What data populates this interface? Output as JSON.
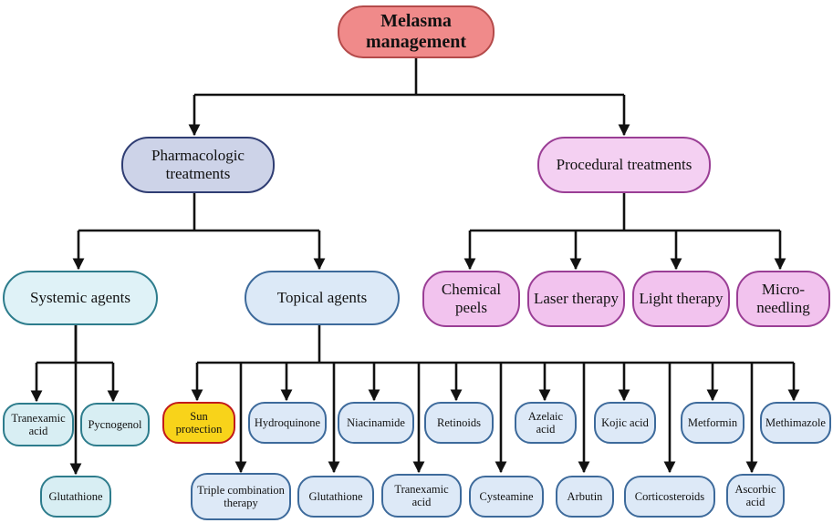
{
  "root": "Melasma management",
  "branches": {
    "pharmacologic": "Pharmacologic treatments",
    "procedural": "Procedural treatments"
  },
  "pharmacologic": {
    "systemic": "Systemic agents",
    "topical": "Topical agents"
  },
  "procedural_items": [
    "Chemical peels",
    "Laser therapy",
    "Light therapy",
    "Micro-needling"
  ],
  "systemic_items": [
    "Tranexamic acid",
    "Pycnogenol",
    "Glutathione"
  ],
  "topical_items": [
    "Sun protection",
    "Triple combination therapy",
    "Hydroquinone",
    "Glutathione",
    "Niacinamide",
    "Tranexamic acid",
    "Retinoids",
    "Cysteamine",
    "Azelaic acid",
    "Arbutin",
    "Kojic acid",
    "Corticosteroids",
    "Metformin",
    "Ascorbic acid",
    "Methimazole"
  ],
  "colors": {
    "root": "#f08a8a",
    "pharmacologic": "#cdd3e8",
    "procedural": "#f4d0f2",
    "systemic": "#dff2f7",
    "topical": "#dce9f7",
    "highlight": "#f8d31a"
  }
}
